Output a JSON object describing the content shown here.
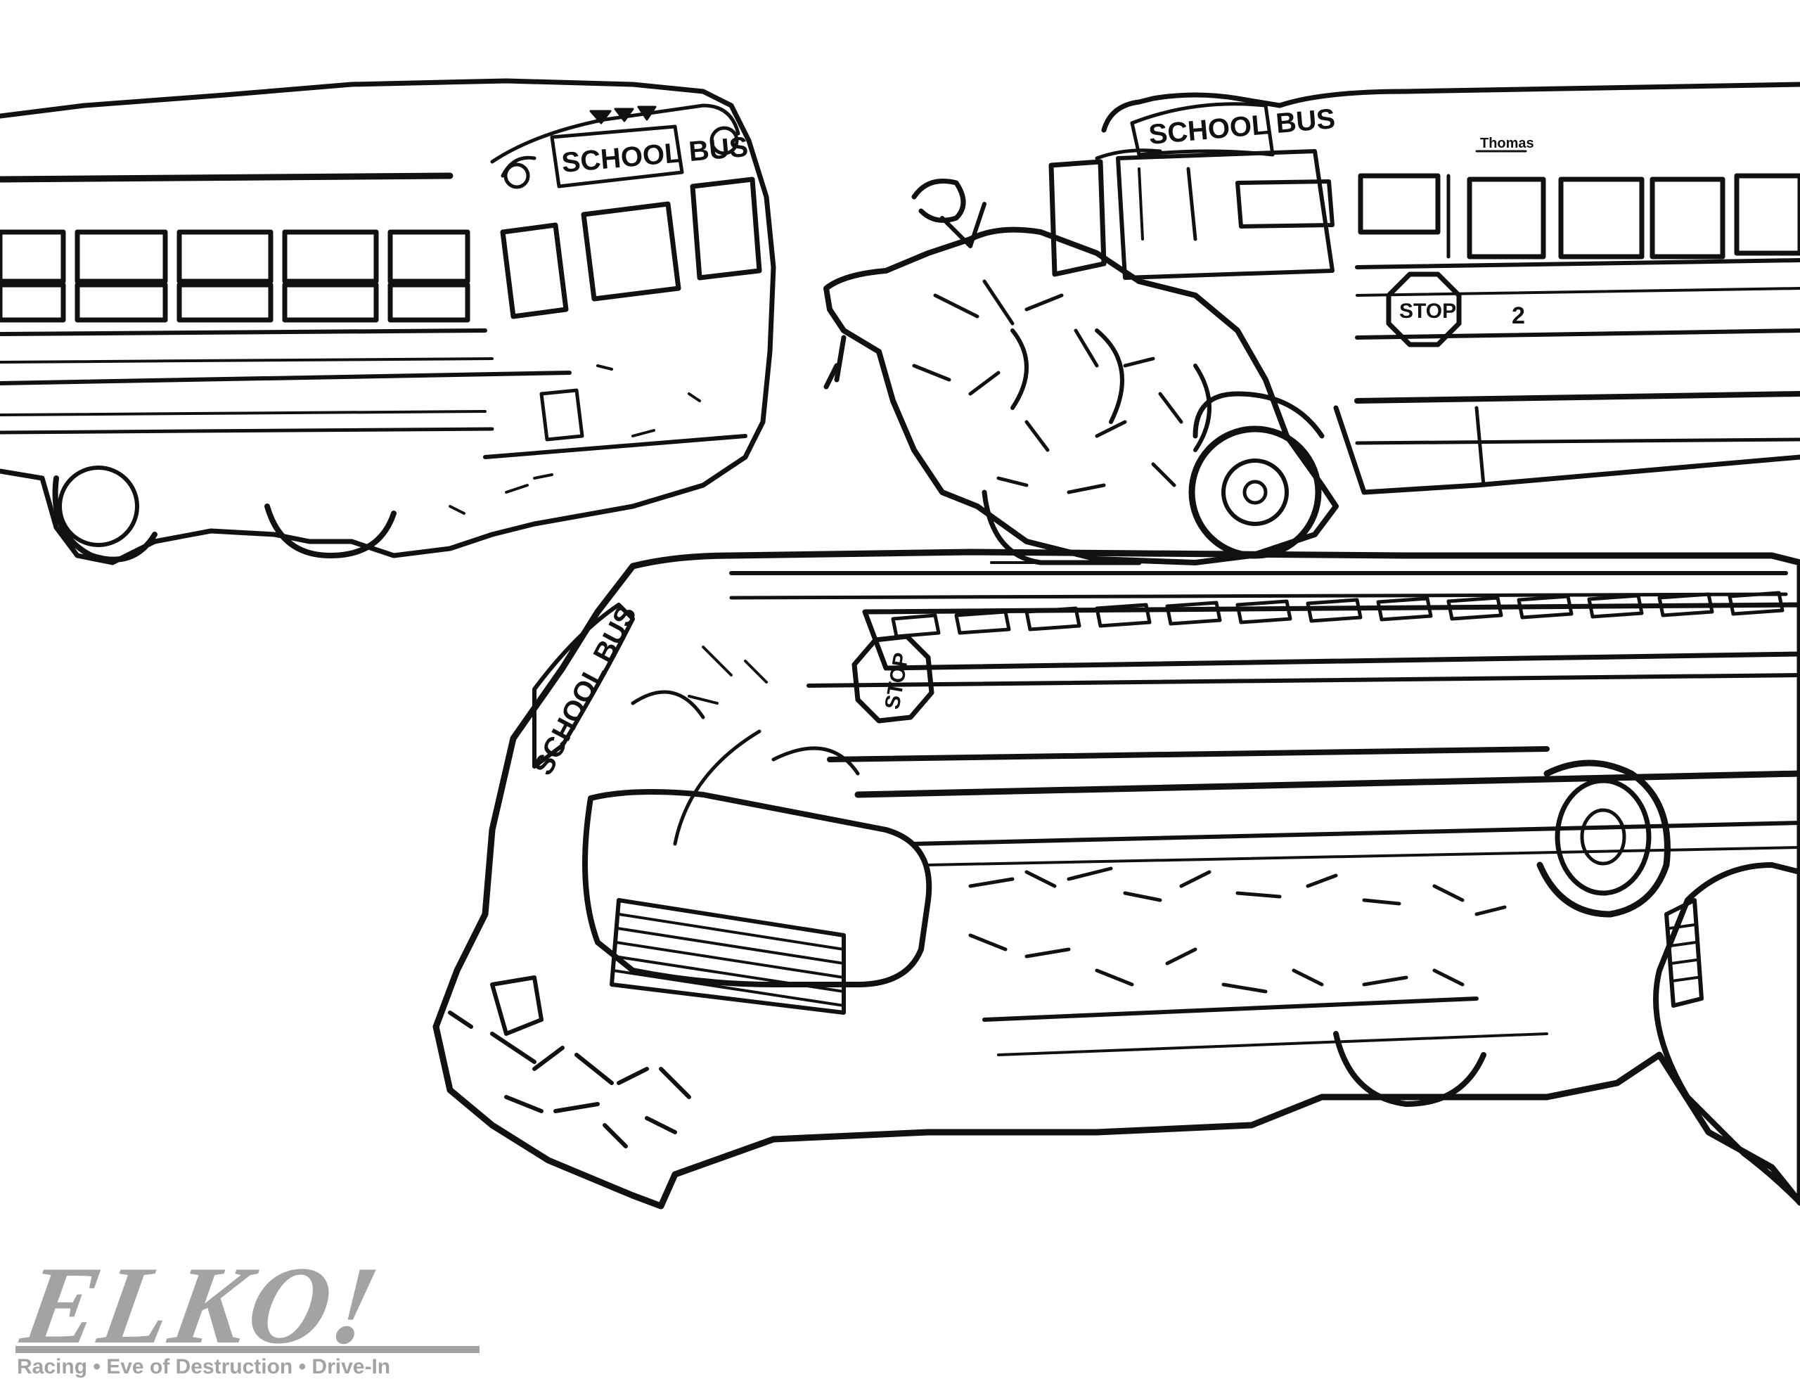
{
  "logo": {
    "wordmark": "ELKO!",
    "tagline": "Racing • Eve of Destruction • Drive-In",
    "color": "#a3a3a3"
  },
  "buses": {
    "left_sign": "SCHOOL BUS",
    "right_sign": "SCHOOL BUS",
    "right_stop_sign": "STOP",
    "right_number": "2",
    "right_brand": "Thomas",
    "bottom_sign": "SCHOOL BUS",
    "bottom_stop_sign": "STOP"
  },
  "palette": {
    "ink": "#111111",
    "paper": "#ffffff"
  }
}
